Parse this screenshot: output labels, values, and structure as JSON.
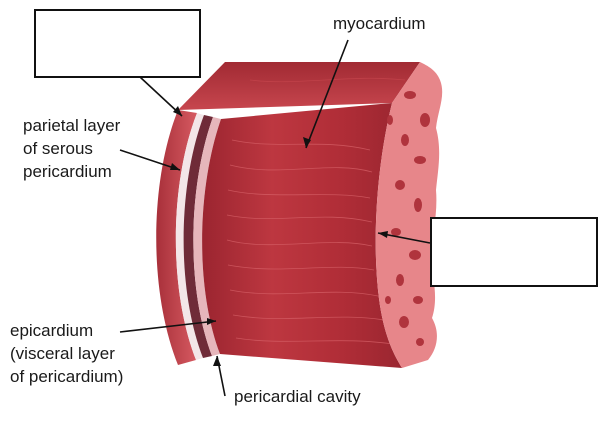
{
  "labels": {
    "myocardium": "myocardium",
    "parietal_line1": "parietal layer",
    "parietal_line2": "of serous",
    "parietal_line3": "pericardium",
    "epicardium_line1": "epicardium",
    "epicardium_line2": "(visceral layer",
    "epicardium_line3": "of pericardium)",
    "pericardial_cavity": "pericardial cavity"
  },
  "blank_boxes": [
    "",
    ""
  ],
  "colors": {
    "muscle": "#b8323a",
    "muscle_dark": "#8e1f27",
    "muscle_light": "#d2555c",
    "endocardium": "#e98487",
    "pericardium_outer": "#c84048",
    "white_layer": "#f4e9ea",
    "cavity": "#6a2a35",
    "leader": "#111111"
  }
}
